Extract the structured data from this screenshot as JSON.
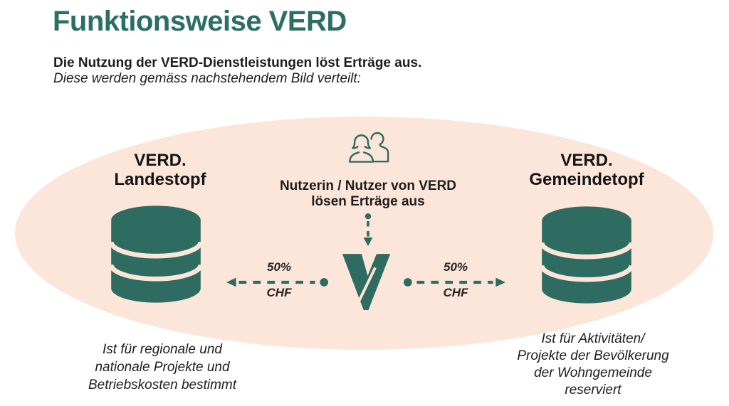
{
  "title": "Funktionsweise VERD",
  "intro": {
    "bold_line": "Die Nutzung der VERD-Dienstleistungen löst Erträge aus.",
    "italic_line": "Diese werden gemäss nachstehendem Bild verteilt:"
  },
  "colors": {
    "teal": "#2e6b60",
    "title_teal": "#2b6f64",
    "ellipse_peach": "#fce6da",
    "text_dark": "#1d1d1d"
  },
  "left_pot": {
    "name_line1": "VERD.",
    "name_line2": "Landestopf",
    "icon": "database-icon",
    "caption": [
      "Ist für regionale und",
      "nationale Projekte und",
      "Betriebskosten bestimmt"
    ]
  },
  "right_pot": {
    "name_line1": "VERD.",
    "name_line2": "Gemeindetopf",
    "icon": "database-icon",
    "caption": [
      "Ist für Aktivitäten/",
      "Projekte der Bevölkerung",
      "der Wohngemeinde",
      "reserviert"
    ]
  },
  "center": {
    "icon": "users-icon",
    "label_line1": "Nutzerin / Nutzer von VERD",
    "label_line2": "lösen Erträge aus",
    "logo": "verd-v-logo"
  },
  "left_flow": {
    "percent": "50%",
    "currency": "CHF"
  },
  "right_flow": {
    "percent": "50%",
    "currency": "CHF"
  }
}
